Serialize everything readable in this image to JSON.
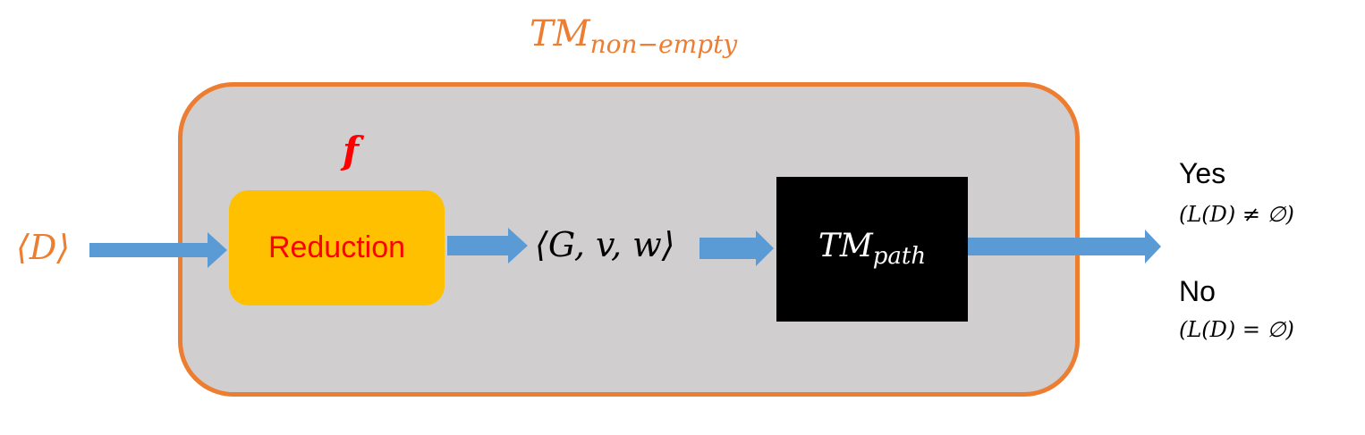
{
  "outer_box": {
    "title_base": "TM",
    "title_sub": "non−empty",
    "fill_color": "#D0CECE",
    "border_color": "#ED7D31"
  },
  "reduction": {
    "function_label": "f",
    "label": "Reduction",
    "fill_color": "#FFC000",
    "text_color": "#FF0000"
  },
  "input": {
    "label": "⟨D⟩",
    "color": "#ED7D31"
  },
  "intermediate": {
    "label": "⟨G, v, w⟩"
  },
  "decider": {
    "label_base": "TM",
    "label_sub": "path",
    "fill_color": "#000000"
  },
  "outputs": {
    "yes_label": "Yes",
    "yes_condition": "(L(D) ≠ ∅)",
    "no_label": "No",
    "no_condition": "(L(D) = ∅)"
  },
  "arrow_color": "#5B9BD5"
}
